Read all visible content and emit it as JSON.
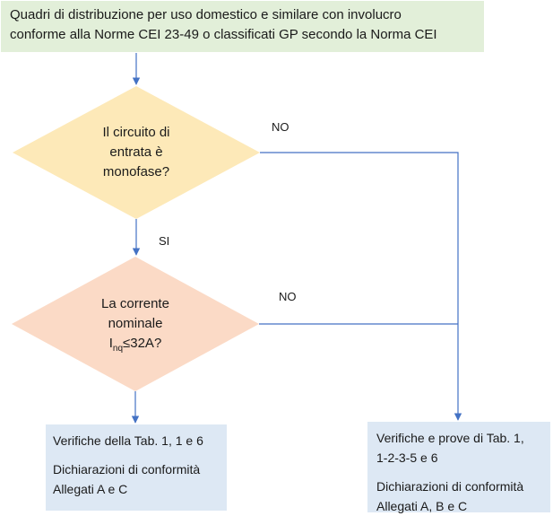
{
  "top_box": {
    "line1": "Quadri di distribuzione per uso domestico e similare con involucro",
    "line2": "conforme alla Norme CEI 23-49 o classificati GP secondo la Norma CEI"
  },
  "decision1": {
    "line1": "Il circuito di",
    "line2": "entrata è",
    "line3": "monofase?"
  },
  "decision2": {
    "line1": "La corrente",
    "line2": "nominale",
    "line3_main": "I",
    "line3_sub": "nq",
    "line3_rest": "≤32A?"
  },
  "labels": {
    "no1": "NO",
    "si": "SI",
    "no2": "NO"
  },
  "left_box": {
    "line1": "Verifiche della Tab. 1, 1 e 6",
    "line2": "Dichiarazioni di conformità",
    "line3": "Allegati A e C"
  },
  "right_box": {
    "line1": "Verifiche e prove di Tab. 1,",
    "line2": "1-2-3-5 e 6",
    "line3": "Dichiarazioni di conformità",
    "line4": "Allegati A, B e C"
  },
  "colors": {
    "decision1_fill": "#fde9b8",
    "decision2_fill": "#fbdac6",
    "start_fill": "#e2efd9",
    "end_fill": "#dde8f4",
    "connector": "#4472c4"
  }
}
